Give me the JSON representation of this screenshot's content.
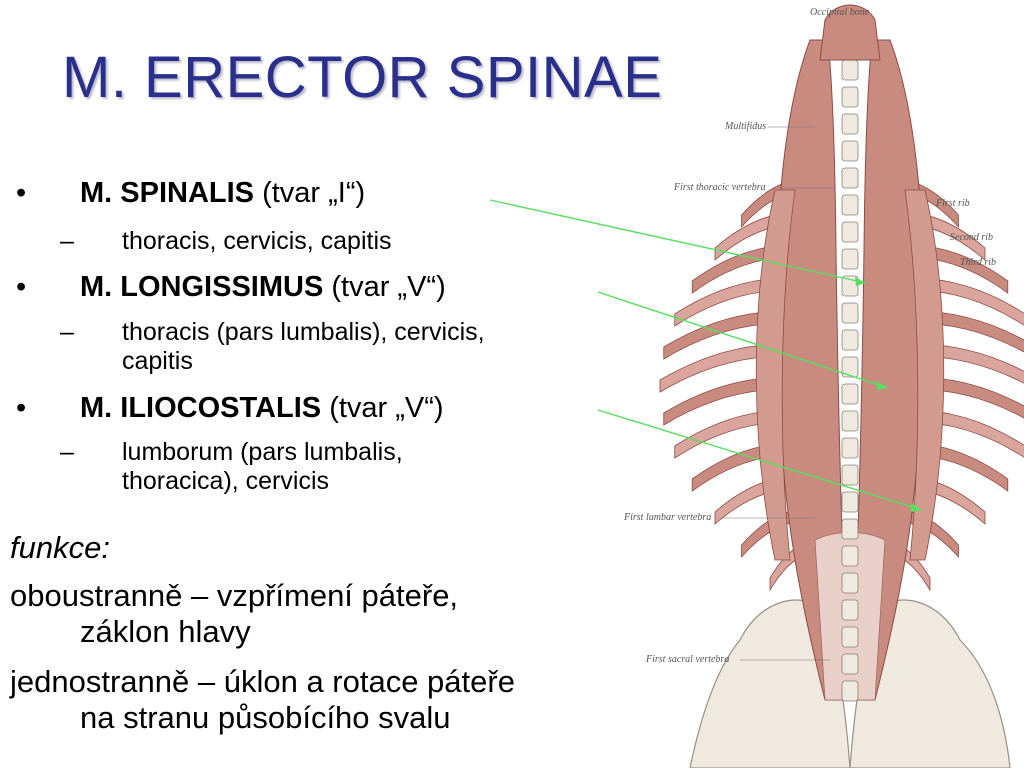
{
  "title": "M. ERECTOR SPINAE",
  "bullet_symbol": "•",
  "sub_symbol": "–",
  "items": [
    {
      "name": "M. SPINALIS",
      "shape": "(tvar „I“)",
      "sub_line1": "thoracis, cervicis, capitis",
      "sub_line2": ""
    },
    {
      "name": "M. LONGISSIMUS",
      "shape": "(tvar „V“)",
      "sub_line1": "thoracis (pars lumbalis), cervicis,",
      "sub_line2": "capitis"
    },
    {
      "name": "M. ILIOCOSTALIS",
      "shape": "(tvar „V“)",
      "sub_line1": "lumborum (pars lumbalis,",
      "sub_line2": "thoracica), cervicis"
    }
  ],
  "function": {
    "label": "funkce:",
    "bilateral_line1": "oboustranně – vzpřímení páteře,",
    "bilateral_line2": "záklon hlavy",
    "unilateral_line1": "jednostranně – úklon a rotace páteře",
    "unilateral_line2": "na stranu působícího svalu"
  },
  "illustration": {
    "labels": {
      "occipital": "Occipital bone",
      "multifidus": "Multifidus",
      "first_thoracic": "First thoracic vertebra",
      "first_rib": "First rib",
      "second_rib": "Second rib",
      "third_rib": "Third rib",
      "first_lumbar": "First lumbar vertebra",
      "first_sacral": "First sacral vertebra"
    },
    "pointer_color": "#55e060",
    "muscle_color": "#c98a80",
    "bone_color": "#efe9e0"
  }
}
